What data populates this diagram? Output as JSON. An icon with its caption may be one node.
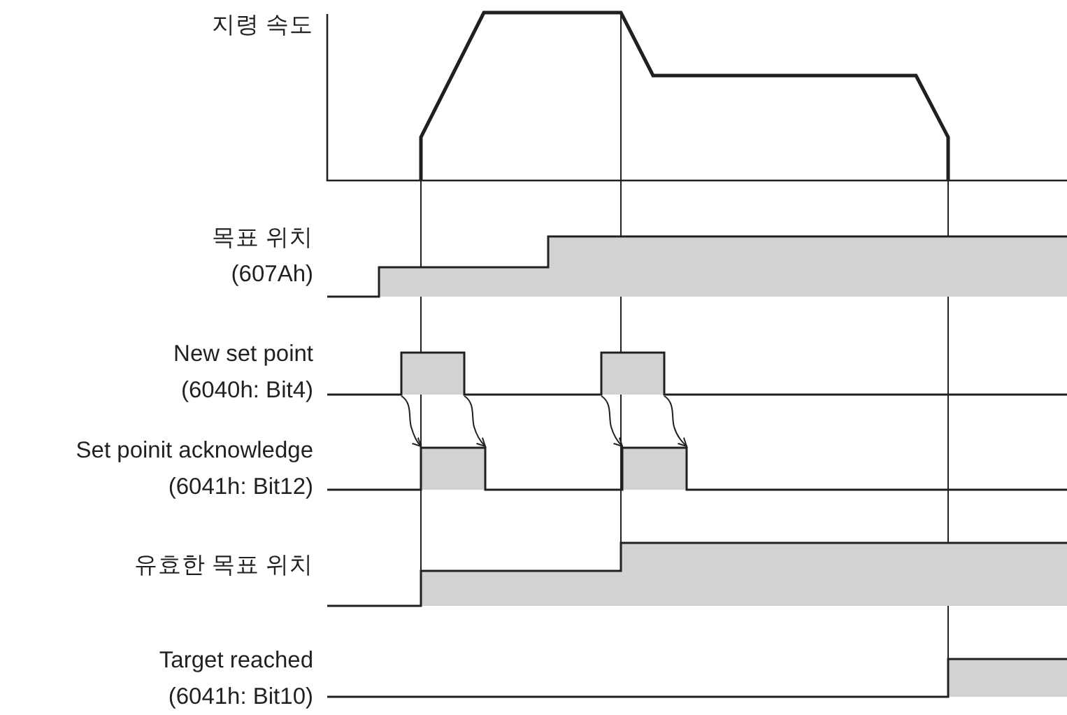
{
  "diagram": {
    "labels": [
      "지령 속도",
      "목표 위치 (607Ah)",
      "New set point (6040h: Bit4)",
      "Set poinit acknowledge (6041h: Bit12)",
      "유효한 목표 위치",
      "Target reached (6041h: Bit10)"
    ]
  }
}
